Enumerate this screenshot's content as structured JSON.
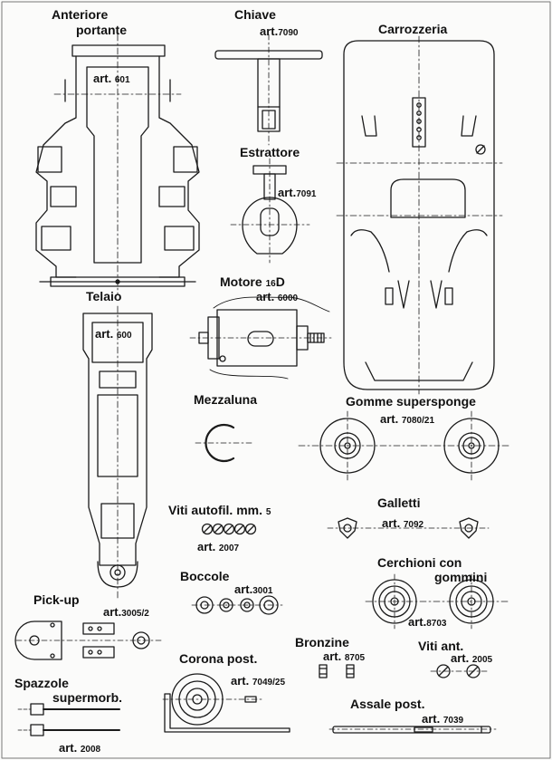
{
  "parts": {
    "anteriore": {
      "title_1": "Anteriore",
      "title_2": "portante",
      "art_prefix": "art.",
      "art_num": "601"
    },
    "chiave": {
      "title": "Chiave",
      "art_prefix": "art.",
      "art_num": "7090"
    },
    "carrozzeria": {
      "title": "Carrozzeria"
    },
    "estrattore": {
      "title": "Estrattore",
      "art_prefix": "art.",
      "art_num": "7091"
    },
    "motore": {
      "title": "Motore",
      "title_suffix": "16",
      "title_d": "D",
      "art_prefix": "art.",
      "art_num": "6000"
    },
    "telaio": {
      "title": "Telaio",
      "art_prefix": "art.",
      "art_num": "600"
    },
    "mezzaluna": {
      "title": "Mezzaluna"
    },
    "gomme": {
      "title": "Gomme supersponge",
      "art_prefix": "art.",
      "art_num": "7080/21"
    },
    "viti_autofil": {
      "title": "Viti autofil. mm.",
      "title_size": "5",
      "art_prefix": "art.",
      "art_num": "2007"
    },
    "galletti": {
      "title": "Galletti",
      "art_prefix": "art.",
      "art_num": "7092"
    },
    "boccole": {
      "title": "Boccole",
      "art_prefix": "art.",
      "art_num": "3001"
    },
    "cerchioni": {
      "title_1": "Cerchioni con",
      "title_2": "gommini",
      "art_prefix": "art.",
      "art_num": "8703"
    },
    "pickup": {
      "title": "Pick-up",
      "art_prefix": "art.",
      "art_num": "3005/2"
    },
    "bronzine": {
      "title": "Bronzine",
      "art_prefix": "art.",
      "art_num": "8705"
    },
    "viti_ant": {
      "title": "Viti ant.",
      "art_prefix": "art.",
      "art_num": "2005"
    },
    "corona": {
      "title": "Corona post.",
      "art_prefix": "art.",
      "art_num": "7049/25"
    },
    "spazzole": {
      "title_1": "Spazzole",
      "title_2": "supermorb.",
      "art_prefix": "art.",
      "art_num": "2008"
    },
    "assale": {
      "title": "Assale post.",
      "art_prefix": "art.",
      "art_num": "7039"
    }
  }
}
